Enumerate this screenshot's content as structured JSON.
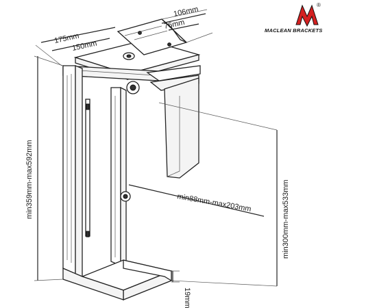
{
  "brand": {
    "name": "MACLEAN BRACKETS",
    "registered": "®",
    "logo": "maclean-m-logo",
    "red": "#d42020",
    "dark": "#111111"
  },
  "dimensions": {
    "top_width_1": "106mm",
    "top_width_2": "76mm",
    "depth_outer": "175mm",
    "depth_inner": "150mm",
    "height_range": "min359mm-max592mm",
    "width_range": "min88mm-max203mm",
    "inner_height_range": "min300mm-max533mm",
    "base_thickness": "19mm"
  }
}
